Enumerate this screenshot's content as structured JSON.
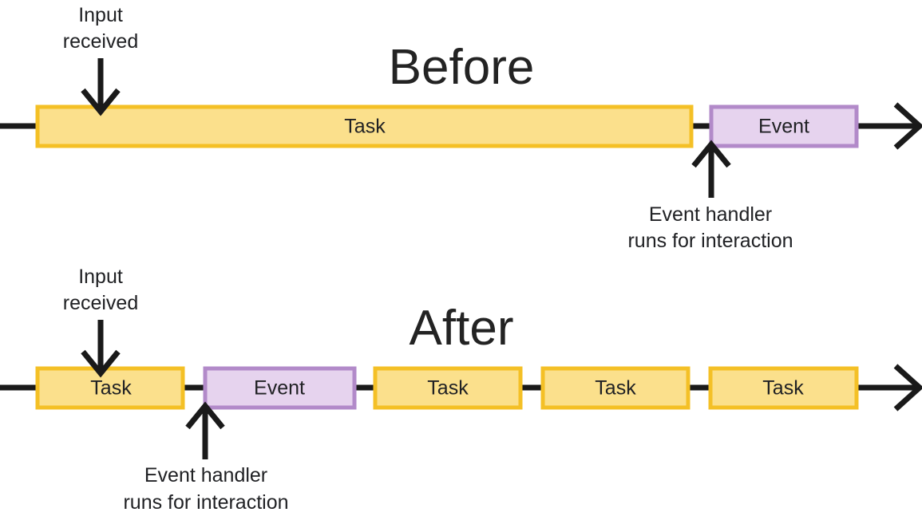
{
  "diagram": {
    "title_before": "Before",
    "title_after": "After",
    "colors": {
      "task_fill": "#fbe08c",
      "task_stroke": "#f4c026",
      "event_fill": "#e6d3ee",
      "event_stroke": "#b28ac9",
      "line": "#1a1a1a",
      "text": "#202124",
      "background": "#ffffff"
    },
    "labels": {
      "task": "Task",
      "event": "Event",
      "input_received_line1": "Input",
      "input_received_line2": "received",
      "event_handler_line1": "Event handler",
      "event_handler_line2": "runs for interaction"
    },
    "before": {
      "heading": "Before",
      "blocks": [
        {
          "type": "task",
          "label": "Task"
        },
        {
          "type": "event",
          "label": "Event"
        }
      ],
      "annotations": [
        {
          "name": "input-received",
          "line1": "Input",
          "line2": "received",
          "direction": "down",
          "target": "task"
        },
        {
          "name": "event-handler",
          "line1": "Event handler",
          "line2": "runs for interaction",
          "direction": "up",
          "target": "event"
        }
      ]
    },
    "after": {
      "heading": "After",
      "blocks": [
        {
          "type": "task",
          "label": "Task"
        },
        {
          "type": "event",
          "label": "Event"
        },
        {
          "type": "task",
          "label": "Task"
        },
        {
          "type": "task",
          "label": "Task"
        },
        {
          "type": "task",
          "label": "Task"
        }
      ],
      "annotations": [
        {
          "name": "input-received",
          "line1": "Input",
          "line2": "received",
          "direction": "down",
          "target": "task"
        },
        {
          "name": "event-handler",
          "line1": "Event handler",
          "line2": "runs for interaction",
          "direction": "up",
          "target": "event"
        }
      ]
    }
  }
}
